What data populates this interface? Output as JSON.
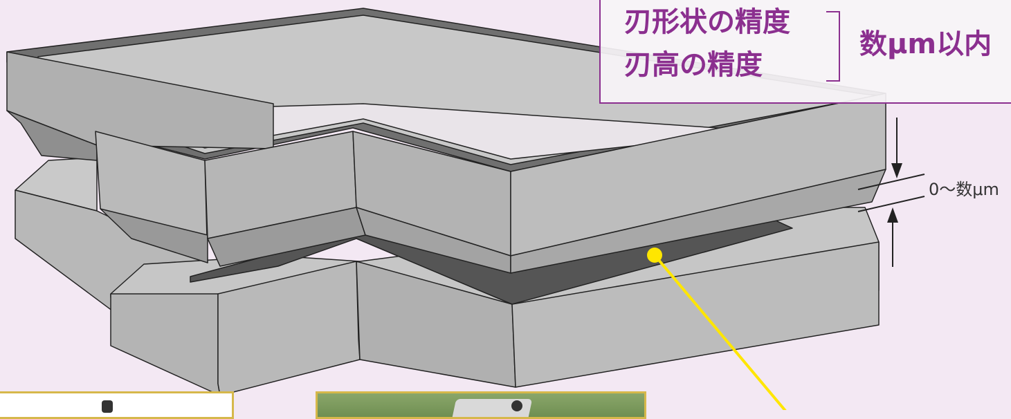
{
  "spec_panel": {
    "line1": "刃形状の精度",
    "line2": "刃高の精度",
    "value": "数μm以内"
  },
  "gap_label": "0〜数μm",
  "colors": {
    "accent": "#8b2f8f",
    "pointer": "#ffe600",
    "frame": "#d6b84a",
    "face_light": "#c4c4c4",
    "face_mid": "#b3b3b3",
    "face_dark": "#8f8f8f",
    "floor_dark": "#555555"
  }
}
